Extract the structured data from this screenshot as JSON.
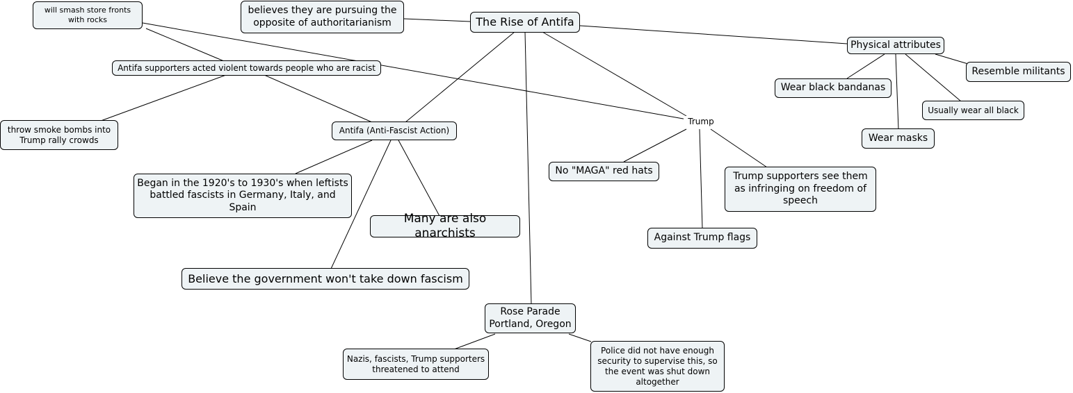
{
  "nodes": {
    "root": "The Rise of Antifa",
    "believes_opposite": "believes they are pursuing the opposite of authoritarianism",
    "smash_store": "will smash store fronts with rocks",
    "violent": "Antifa supporters acted violent towards people who are racist",
    "smoke_bombs": "throw smoke bombs into Trump rally crowds",
    "antifa": "Antifa (Anti-Fascist Action)",
    "began_1920s": "Began in the 1920's to 1930's when leftists battled fascists in Germany, Italy, and Spain",
    "anarchists": "Many are also anarchists",
    "believe_government": "Believe the government won't take down fascism",
    "rose_parade": "Rose Parade Portland, Oregon",
    "nazis_threatened": "Nazis, fascists, Trump supporters threatened to attend",
    "police": "Police did not have enough security to supervise this, so the event was shut down altogether",
    "trump": "Trump",
    "maga_hats": "No \"MAGA\" red hats",
    "against_flags": "Against Trump flags",
    "free_speech": "Trump supporters see them as infringing on freedom of speech",
    "physical": "Physical attributes",
    "bandanas": "Wear black bandanas",
    "militants": "Resemble militants",
    "all_black": "Usually wear all black",
    "masks": "Wear masks"
  }
}
